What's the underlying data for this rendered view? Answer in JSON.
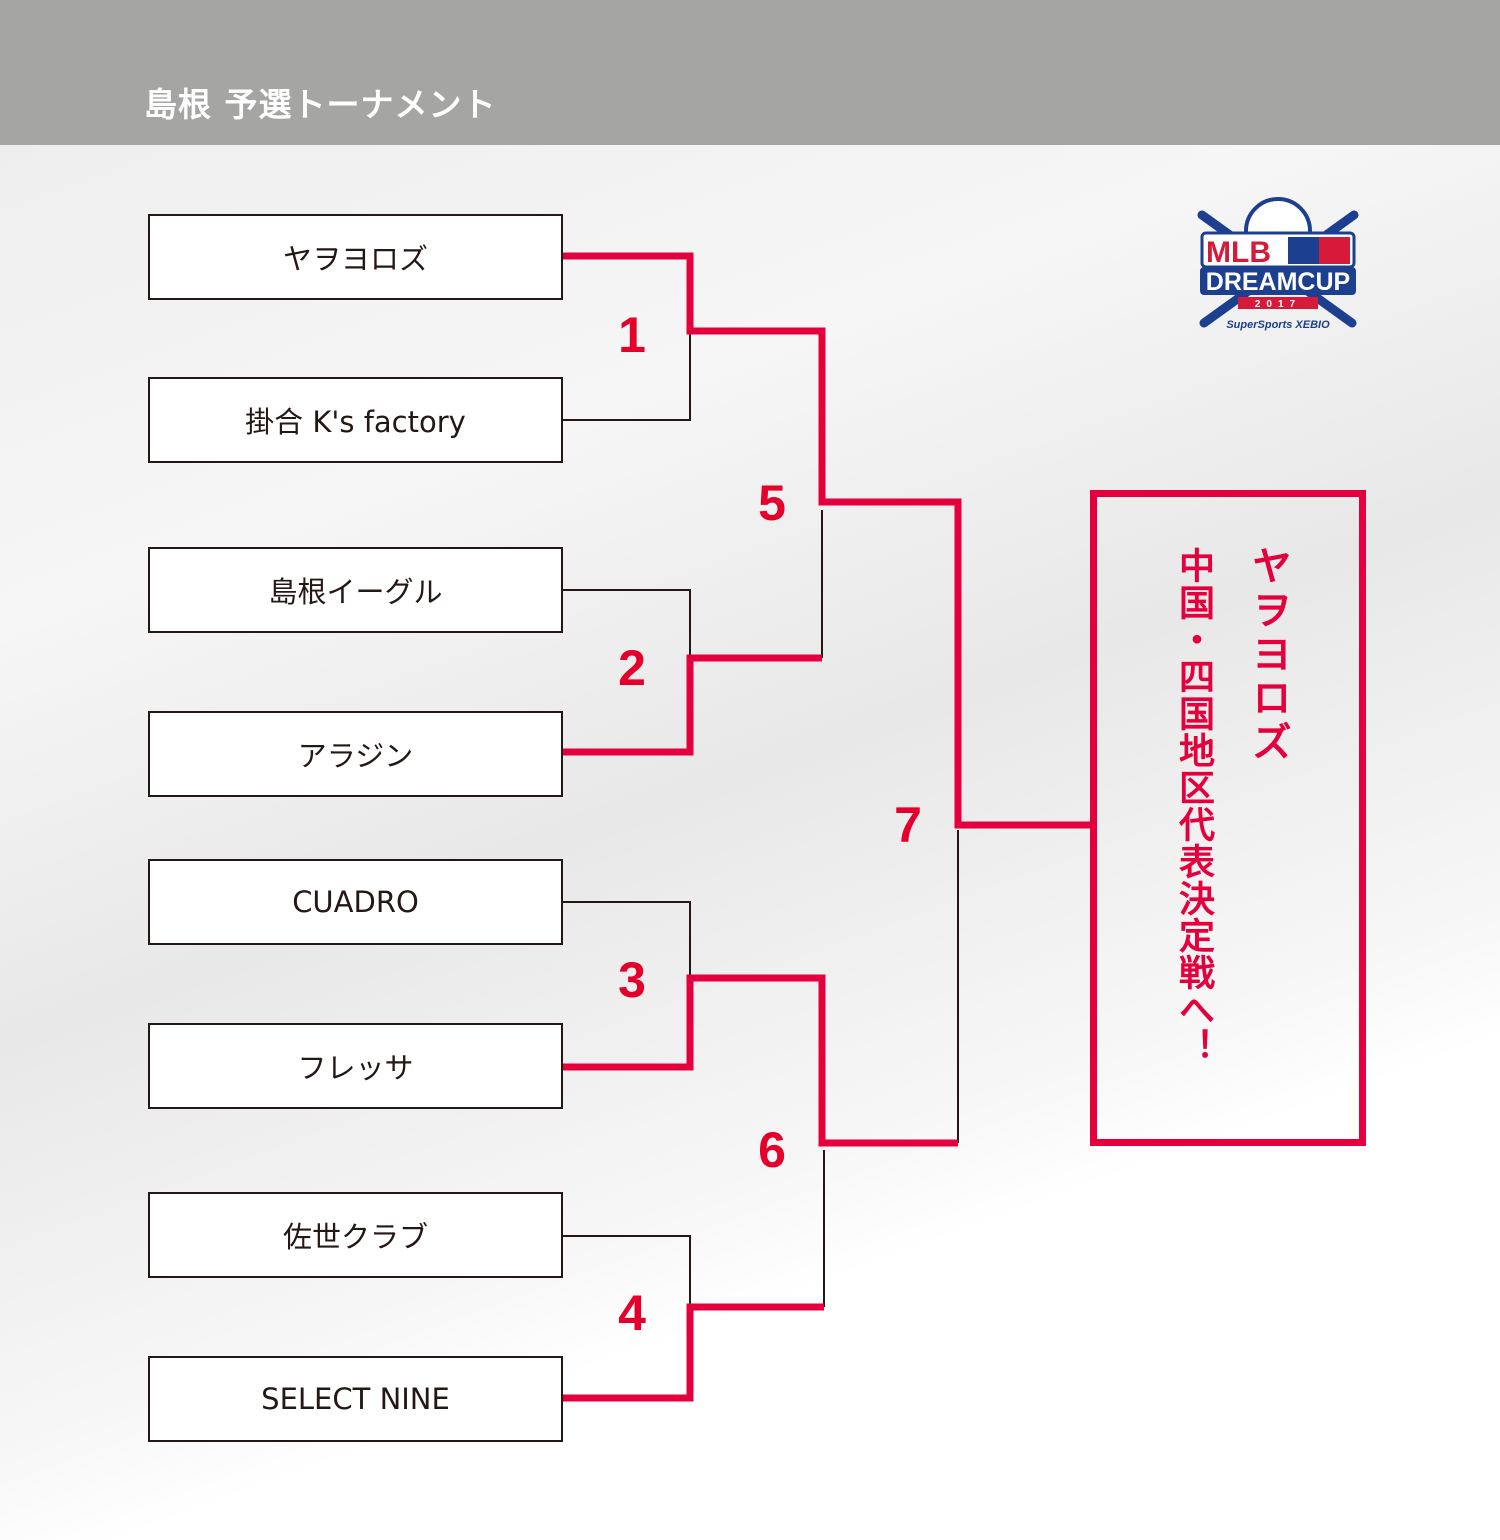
{
  "header": {
    "title": "島根 予選トーナメント"
  },
  "teams": [
    "ヤヲヨロズ",
    "掛合 K's factory",
    "島根イーグル",
    "アラジン",
    "CUADRO",
    "フレッサ",
    "佐世クラブ",
    "SELECT NINE"
  ],
  "matches": [
    "1",
    "2",
    "3",
    "4",
    "5",
    "6",
    "7"
  ],
  "winner": {
    "team": "ヤヲヨロズ",
    "message": "中国・四国地区代表決定戦へ！"
  },
  "logo": {
    "text": "MLB DREAMCUP 2017",
    "sponsor": "Super Sports XEBIO"
  },
  "colors": {
    "accent": "#e4003c",
    "header": "#a5a5a4",
    "line": "#231815"
  }
}
